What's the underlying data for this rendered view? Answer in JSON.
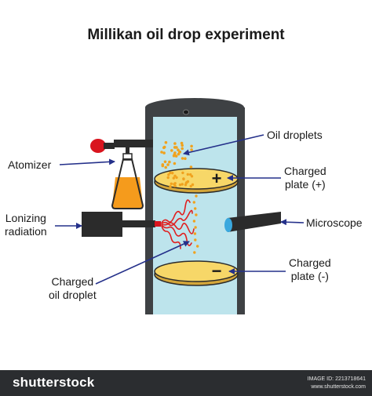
{
  "title": "Millikan oil drop experiment",
  "labels": {
    "oil_droplets": "Oil droplets",
    "atomizer": "Atomizer",
    "charged_plate_pos_line1": "Charged",
    "charged_plate_pos_line2": "plate (+)",
    "ionizing_line1": "Lonizing",
    "ionizing_line2": "radiation",
    "microscope": "Microscope",
    "charged_plate_neg_line1": "Charged",
    "charged_plate_neg_line2": "plate (-)",
    "charged_droplet_line1": "Charged",
    "charged_droplet_line2": "oil droplet"
  },
  "plate_signs": {
    "positive": "+",
    "negative": "−"
  },
  "footer": {
    "brand": "shutterstock",
    "image_id": "IMAGE ID: 2213718641",
    "site": "www.shutterstock.com"
  },
  "colors": {
    "chamber_fill": "#bde4ec",
    "wall": "#3e4144",
    "plate": "#f7d768",
    "droplet": "#f0a21e",
    "arrow": "#24308a",
    "radiation": "#e02020",
    "liquid": "#f59b1c",
    "bulb": "#d9141e",
    "lens": "#3aa8de"
  }
}
